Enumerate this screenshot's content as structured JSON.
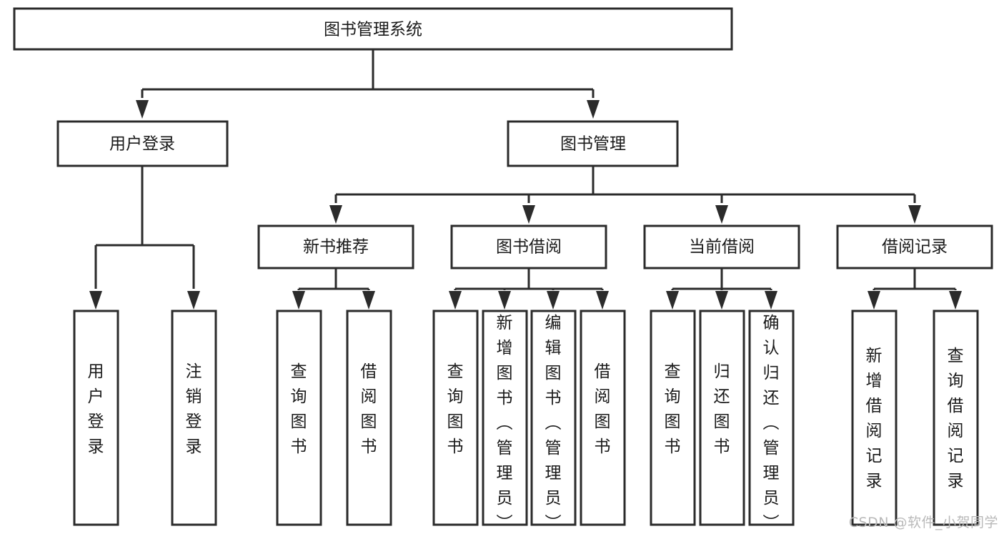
{
  "diagram": {
    "title": "图书管理系统",
    "type": "tree-hierarchy-diagram",
    "colors": {
      "background": "#ffffff",
      "box_fill": "#ffffff",
      "box_stroke": "#2b2b2b",
      "text": "#1a1a1a",
      "watermark": "#b9b9b9"
    },
    "root": {
      "label": "图书管理系统"
    },
    "level2": [
      {
        "label": "用户登录"
      },
      {
        "label": "图书管理"
      }
    ],
    "level3": [
      {
        "label": "新书推荐"
      },
      {
        "label": "图书借阅"
      },
      {
        "label": "当前借阅"
      },
      {
        "label": "借阅记录"
      }
    ],
    "leaves": {
      "user_login": [
        {
          "label": "用户登录"
        },
        {
          "label": "注销登录"
        }
      ],
      "new_book_recommend": [
        {
          "label": "查询图书"
        },
        {
          "label": "借阅图书"
        }
      ],
      "book_borrow": [
        {
          "label": "查询图书"
        },
        {
          "label": "新增图书（管理员）"
        },
        {
          "label": "编辑图书（管理员）"
        },
        {
          "label": "借阅图书"
        }
      ],
      "current_borrow": [
        {
          "label": "查询图书"
        },
        {
          "label": "归还图书"
        },
        {
          "label": "确认归还（管理员）"
        }
      ],
      "borrow_record": [
        {
          "label": "新增借阅记录"
        },
        {
          "label": "查询借阅记录"
        }
      ]
    },
    "watermark": "CSDN @软件_小贺同学"
  }
}
